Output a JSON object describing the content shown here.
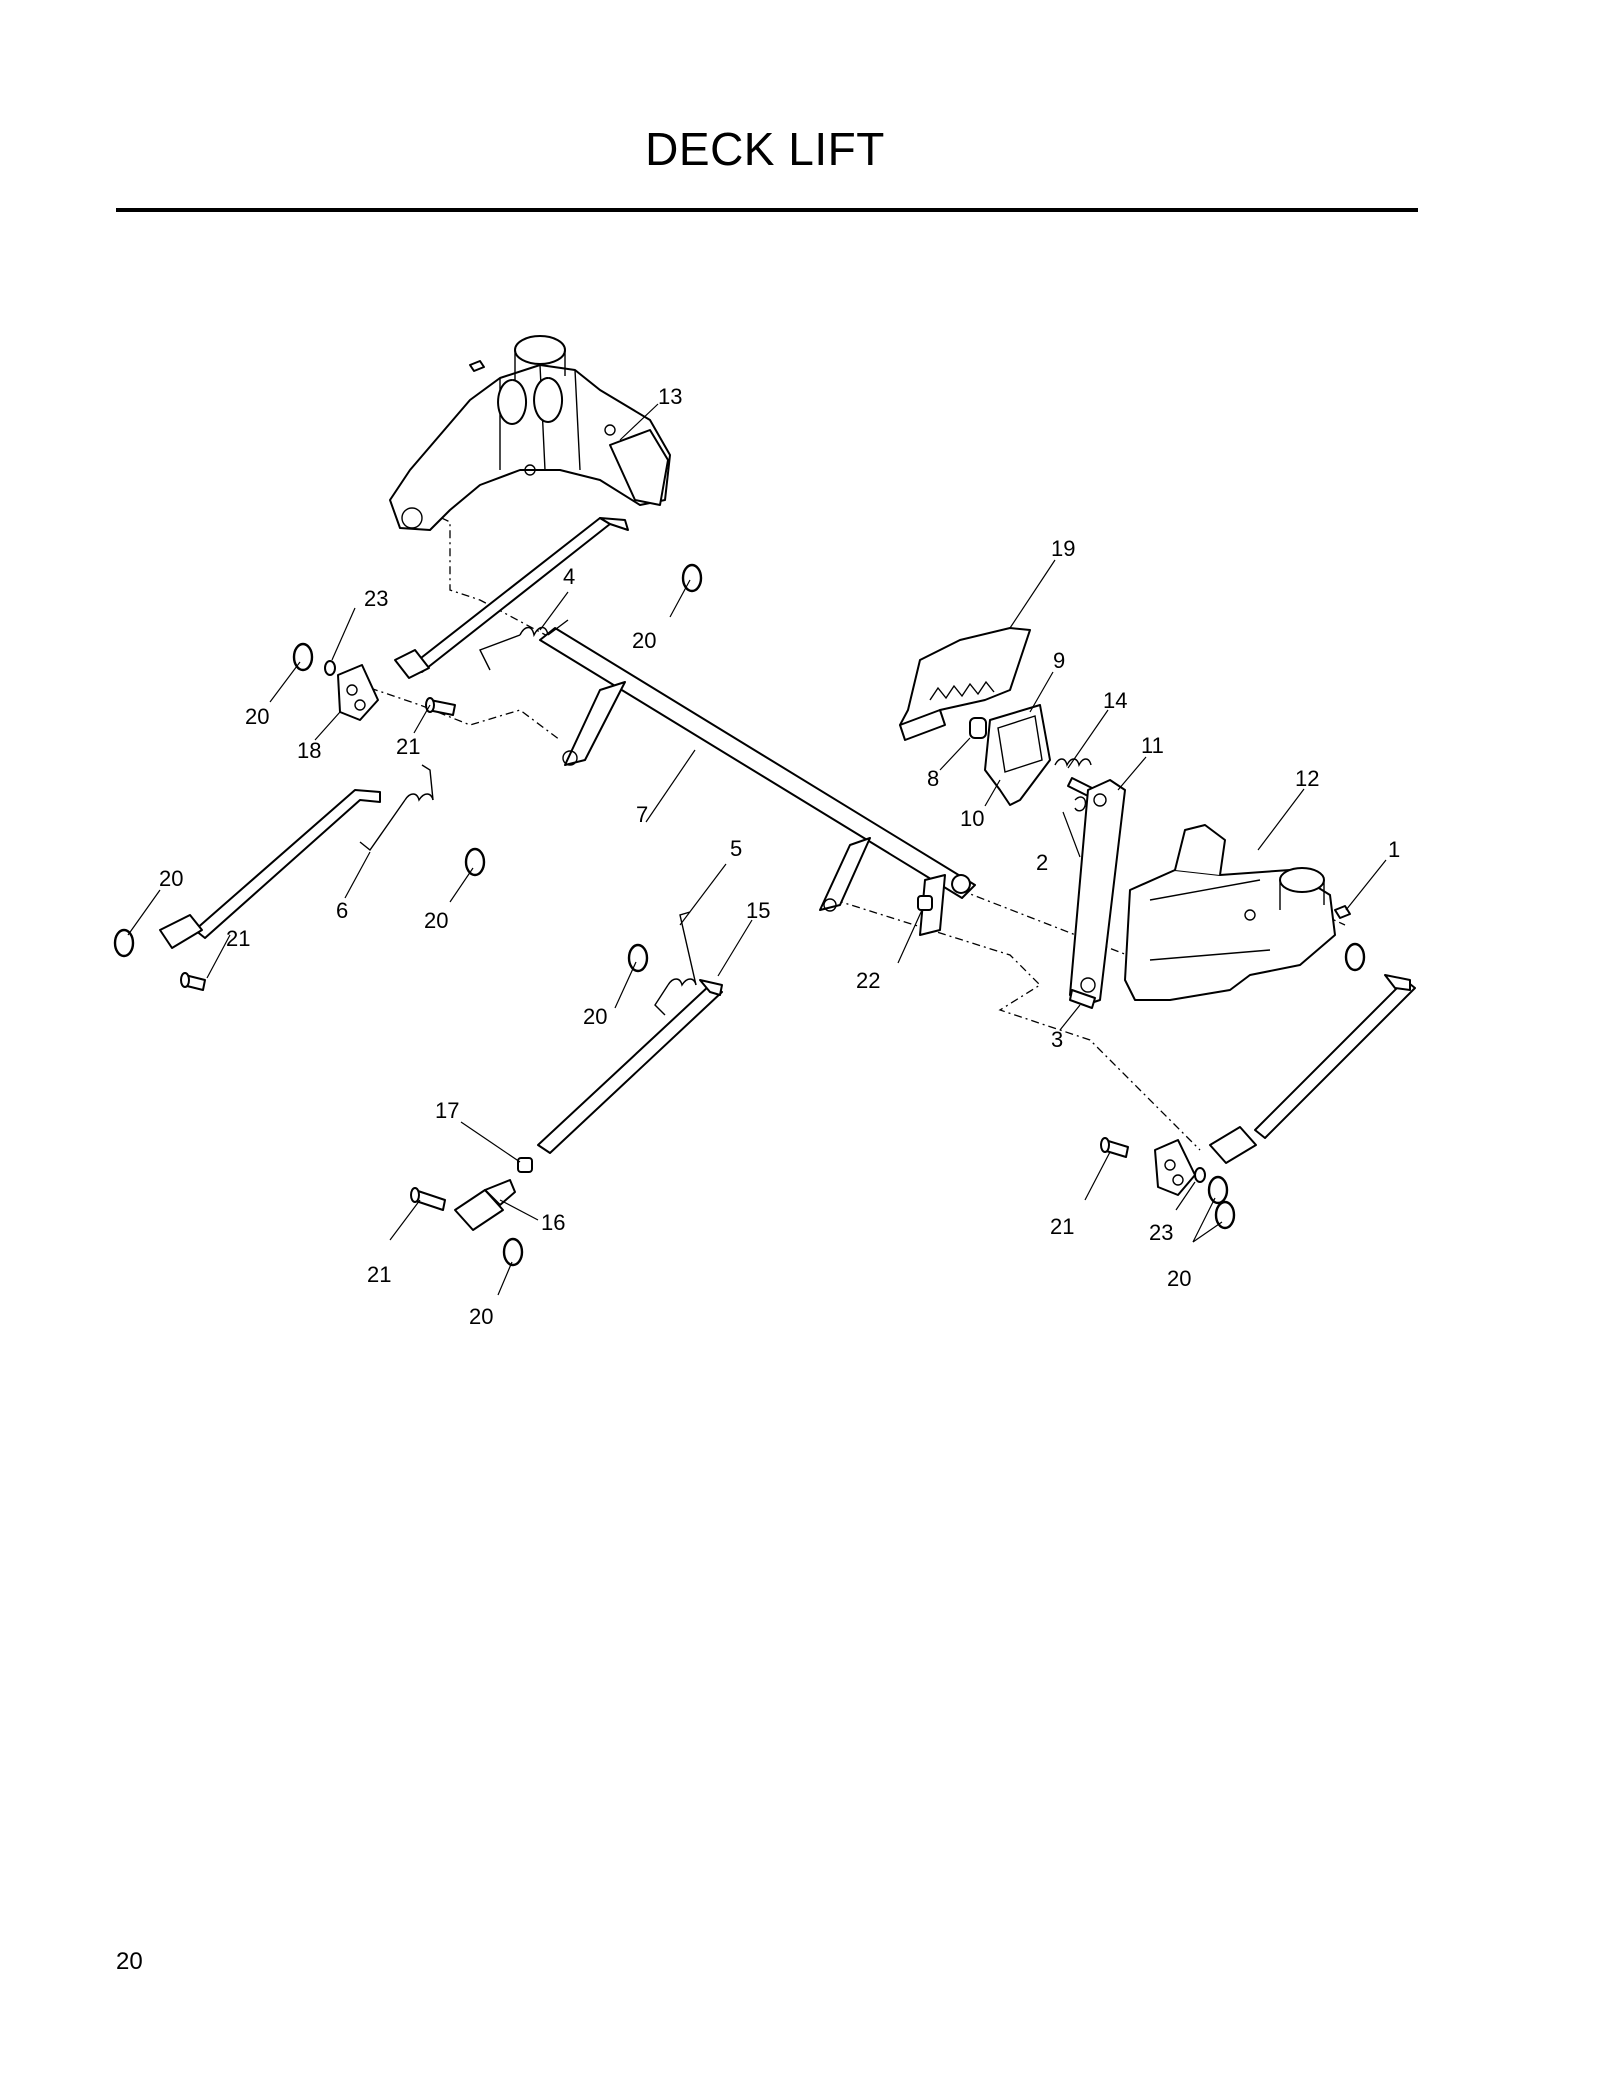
{
  "page": {
    "title": "DECK LIFT",
    "page_number": "20"
  },
  "callouts": [
    {
      "id": "c1",
      "label": "1"
    },
    {
      "id": "c2",
      "label": "2"
    },
    {
      "id": "c3",
      "label": "3"
    },
    {
      "id": "c4",
      "label": "4"
    },
    {
      "id": "c5",
      "label": "5"
    },
    {
      "id": "c6",
      "label": "6"
    },
    {
      "id": "c7",
      "label": "7"
    },
    {
      "id": "c8",
      "label": "8"
    },
    {
      "id": "c9",
      "label": "9"
    },
    {
      "id": "c10",
      "label": "10"
    },
    {
      "id": "c11",
      "label": "11"
    },
    {
      "id": "c12",
      "label": "12"
    },
    {
      "id": "c13",
      "label": "13"
    },
    {
      "id": "c14",
      "label": "14"
    },
    {
      "id": "c15",
      "label": "15"
    },
    {
      "id": "c16",
      "label": "16"
    },
    {
      "id": "c17",
      "label": "17"
    },
    {
      "id": "c18",
      "label": "18"
    },
    {
      "id": "c19",
      "label": "19"
    },
    {
      "id": "c20a",
      "label": "20"
    },
    {
      "id": "c20b",
      "label": "20"
    },
    {
      "id": "c20c",
      "label": "20"
    },
    {
      "id": "c20d",
      "label": "20"
    },
    {
      "id": "c20e",
      "label": "20"
    },
    {
      "id": "c20f",
      "label": "20"
    },
    {
      "id": "c20g",
      "label": "20"
    },
    {
      "id": "c21a",
      "label": "21"
    },
    {
      "id": "c21b",
      "label": "21"
    },
    {
      "id": "c21c",
      "label": "21"
    },
    {
      "id": "c21d",
      "label": "21"
    },
    {
      "id": "c22",
      "label": "22"
    },
    {
      "id": "c23a",
      "label": "23"
    },
    {
      "id": "c23b",
      "label": "23"
    }
  ]
}
